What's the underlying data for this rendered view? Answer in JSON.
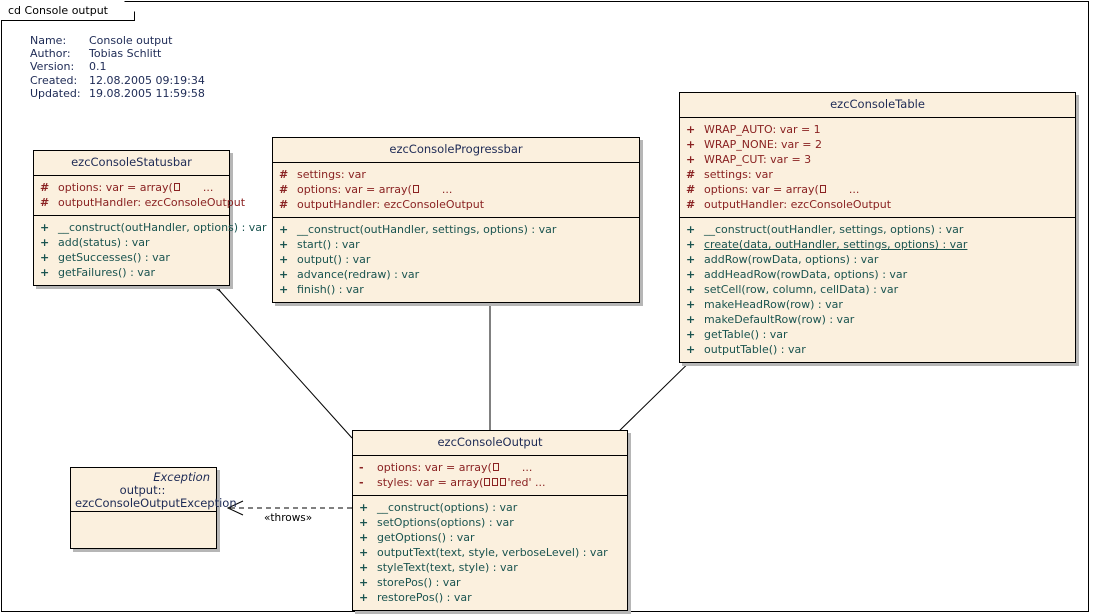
{
  "frame": {
    "tab_label": "cd Console output"
  },
  "info": {
    "rows": [
      {
        "key": "Name:",
        "value": "Console output"
      },
      {
        "key": "Author:",
        "value": "Tobias Schlitt"
      },
      {
        "key": "Version:",
        "value": "0.1"
      },
      {
        "key": "Created:",
        "value": "12.08.2005 09:19:34"
      },
      {
        "key": "Updated:",
        "value": "19.08.2005 11:59:58"
      }
    ]
  },
  "colors": {
    "class_fill": "#FBF0DE",
    "class_border": "#000000",
    "shadow": "#B6B6B6",
    "title_text": "#1D2A55",
    "attribute_text": "#8A2222",
    "method_text": "#1A5450",
    "canvas": "#FFFFFF"
  },
  "classes": {
    "statusbar": {
      "name": "ezcConsoleStatusbar",
      "attributes": [
        {
          "vis": "#",
          "sig": "options:  var = array(",
          "tofu": 1,
          "trail": "..."
        },
        {
          "vis": "#",
          "sig": "outputHandler:  ezcConsoleOutput"
        }
      ],
      "methods": [
        {
          "vis": "+",
          "sig": "__construct(outHandler, options) : var"
        },
        {
          "vis": "+",
          "sig": "add(status) : var"
        },
        {
          "vis": "+",
          "sig": "getSuccesses() : var"
        },
        {
          "vis": "+",
          "sig": "getFailures() : var"
        }
      ]
    },
    "progressbar": {
      "name": "ezcConsoleProgressbar",
      "attributes": [
        {
          "vis": "#",
          "sig": "settings:  var"
        },
        {
          "vis": "#",
          "sig": "options:  var = array(",
          "tofu": 1,
          "trail": "..."
        },
        {
          "vis": "#",
          "sig": "outputHandler:  ezcConsoleOutput"
        }
      ],
      "methods": [
        {
          "vis": "+",
          "sig": "__construct(outHandler, settings, options) : var"
        },
        {
          "vis": "+",
          "sig": "start() : var"
        },
        {
          "vis": "+",
          "sig": "output() : var"
        },
        {
          "vis": "+",
          "sig": "advance(redraw) : var"
        },
        {
          "vis": "+",
          "sig": "finish() : var"
        }
      ]
    },
    "table": {
      "name": "ezcConsoleTable",
      "attributes": [
        {
          "vis": "+",
          "sig": "WRAP_AUTO:  var = 1"
        },
        {
          "vis": "+",
          "sig": "WRAP_NONE:  var = 2"
        },
        {
          "vis": "+",
          "sig": "WRAP_CUT:  var = 3"
        },
        {
          "vis": "#",
          "sig": "settings:  var"
        },
        {
          "vis": "#",
          "sig": "options:  var = array(",
          "tofu": 1,
          "trail": "..."
        },
        {
          "vis": "#",
          "sig": "outputHandler:  ezcConsoleOutput"
        }
      ],
      "methods": [
        {
          "vis": "+",
          "sig": "__construct(outHandler, settings, options) : var"
        },
        {
          "vis": "+",
          "sig": "create(data, outHandler, settings, options) : var",
          "static": true
        },
        {
          "vis": "+",
          "sig": "addRow(rowData, options) : var"
        },
        {
          "vis": "+",
          "sig": "addHeadRow(rowData, options) : var"
        },
        {
          "vis": "+",
          "sig": "setCell(row, column, cellData) : var"
        },
        {
          "vis": "+",
          "sig": "makeHeadRow(row) : var"
        },
        {
          "vis": "+",
          "sig": "makeDefaultRow(row) : var"
        },
        {
          "vis": "+",
          "sig": "getTable() : var"
        },
        {
          "vis": "+",
          "sig": "outputTable() : var"
        }
      ]
    },
    "output": {
      "name": "ezcConsoleOutput",
      "attributes": [
        {
          "vis": "-",
          "sig": "options:  var = array(",
          "tofu": 1,
          "trail": "..."
        },
        {
          "vis": "-",
          "sig": "styles:  var = array(",
          "tofu": 3,
          "trail": "'red' ..."
        }
      ],
      "methods": [
        {
          "vis": "+",
          "sig": "__construct(options) : var"
        },
        {
          "vis": "+",
          "sig": "setOptions(options) : var"
        },
        {
          "vis": "+",
          "sig": "getOptions() : var"
        },
        {
          "vis": "+",
          "sig": "outputText(text, style, verboseLevel) : var"
        },
        {
          "vis": "+",
          "sig": "styleText(text, style) : var"
        },
        {
          "vis": "+",
          "sig": "storePos() : var"
        },
        {
          "vis": "+",
          "sig": "restorePos() : var"
        }
      ]
    },
    "exception": {
      "stereotype": "Exception",
      "name_line1": "output::",
      "name_line2": "ezcConsoleOutputException",
      "attributes": [],
      "methods": []
    }
  },
  "connectors": [
    {
      "from": "ezcConsoleOutput",
      "to": "ezcConsoleStatusbar",
      "type": "aggregation",
      "label": ""
    },
    {
      "from": "ezcConsoleOutput",
      "to": "ezcConsoleProgressbar",
      "type": "aggregation",
      "label": ""
    },
    {
      "from": "ezcConsoleOutput",
      "to": "ezcConsoleTable",
      "type": "aggregation",
      "label": ""
    },
    {
      "from": "ezcConsoleOutput",
      "to": "ezcConsoleOutputException",
      "type": "dependency",
      "label": "«throws»"
    }
  ]
}
